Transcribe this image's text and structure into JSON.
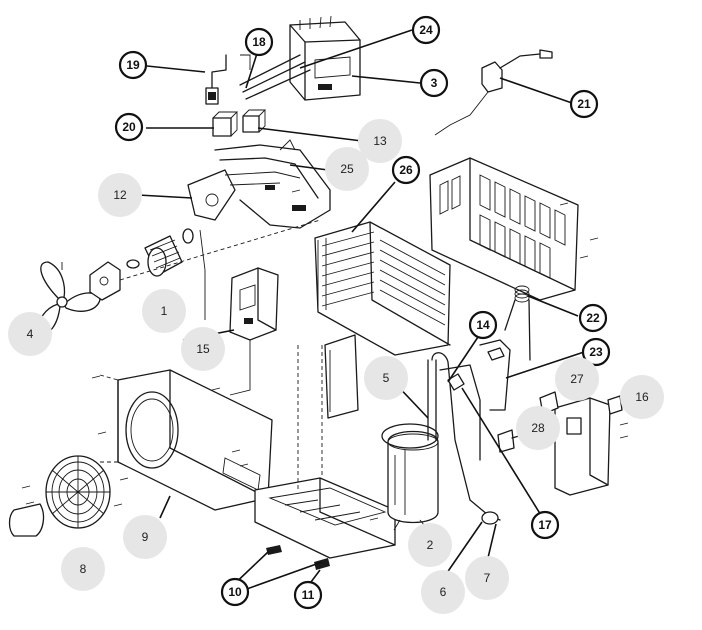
{
  "callouts": [
    {
      "id": "c1",
      "label": "1",
      "style": "soft"
    },
    {
      "id": "c2",
      "label": "2",
      "style": "soft"
    },
    {
      "id": "c3",
      "label": "3",
      "style": "ring"
    },
    {
      "id": "c4",
      "label": "4",
      "style": "soft"
    },
    {
      "id": "c5",
      "label": "5",
      "style": "soft"
    },
    {
      "id": "c6",
      "label": "6",
      "style": "soft"
    },
    {
      "id": "c7",
      "label": "7",
      "style": "soft"
    },
    {
      "id": "c8",
      "label": "8",
      "style": "soft"
    },
    {
      "id": "c9",
      "label": "9",
      "style": "soft"
    },
    {
      "id": "c10",
      "label": "10",
      "style": "ring"
    },
    {
      "id": "c11",
      "label": "11",
      "style": "ring"
    },
    {
      "id": "c12",
      "label": "12",
      "style": "soft"
    },
    {
      "id": "c13",
      "label": "13",
      "style": "soft"
    },
    {
      "id": "c14",
      "label": "14",
      "style": "ring"
    },
    {
      "id": "c15",
      "label": "15",
      "style": "soft"
    },
    {
      "id": "c16",
      "label": "16",
      "style": "soft"
    },
    {
      "id": "c17",
      "label": "17",
      "style": "ring"
    },
    {
      "id": "c18",
      "label": "18",
      "style": "ring"
    },
    {
      "id": "c19",
      "label": "19",
      "style": "ring"
    },
    {
      "id": "c20",
      "label": "20",
      "style": "ring"
    },
    {
      "id": "c21",
      "label": "21",
      "style": "ring"
    },
    {
      "id": "c22",
      "label": "22",
      "style": "ring"
    },
    {
      "id": "c23",
      "label": "23",
      "style": "ring"
    },
    {
      "id": "c24",
      "label": "24",
      "style": "ring"
    },
    {
      "id": "c25",
      "label": "25",
      "style": "soft"
    },
    {
      "id": "c26",
      "label": "26",
      "style": "ring"
    },
    {
      "id": "c27",
      "label": "27",
      "style": "soft"
    },
    {
      "id": "c28",
      "label": "28",
      "style": "soft"
    }
  ]
}
